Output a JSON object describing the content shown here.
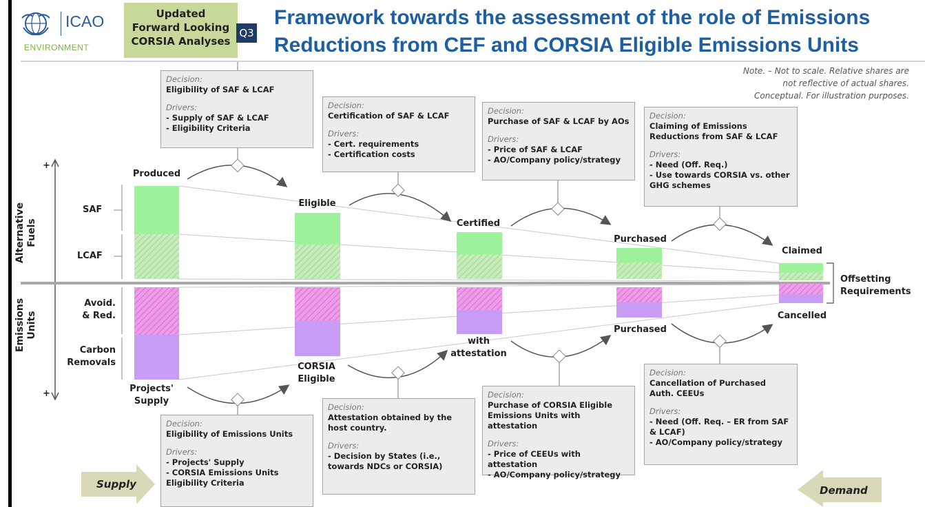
{
  "header": {
    "logo_text": "ICAO",
    "logo_sub": "ENVIRONMENT",
    "updated_lines": [
      "Updated",
      "Forward Looking",
      "CORSIA Analyses"
    ],
    "q_label": "Q3",
    "title_line1": "Framework towards the assessment of the role of Emissions",
    "title_line2": "Reductions from CEF and CORSIA Eligible Emissions Units"
  },
  "note_lines": [
    "Note. – Not to scale. Relative shares are",
    "not reflective of actual shares.",
    "Conceptual. For illustration purposes."
  ],
  "sections": {
    "alt_fuels": "Alternative Fuels",
    "emissions_units": "Emissions Units"
  },
  "axis": {
    "plus_top": "+",
    "plus_bottom": "+"
  },
  "row_labels": {
    "saf": "SAF",
    "lcaf": "LCAF",
    "avoid_line1": "Avoid.",
    "avoid_line2": "& Red.",
    "carbon_line1": "Carbon",
    "carbon_line2": "Removals"
  },
  "stage_labels": {
    "produced": "Produced",
    "eligible": "Eligible",
    "certified": "Certified",
    "purchased_top": "Purchased",
    "claimed": "Claimed",
    "projects_supply_line1": "Projects'",
    "projects_supply_line2": "Supply",
    "corsia_line1": "CORSIA",
    "corsia_line2": "Eligible",
    "with_line1": "with",
    "with_line2": "attestation",
    "purchased_bottom": "Purchased",
    "cancelled": "Cancelled",
    "offsetting_line1": "Offsetting",
    "offsetting_line2": "Requirements"
  },
  "top_boxes": [
    {
      "decision_label": "Decision:",
      "decision": "Eligibility of SAF & LCAF",
      "drivers_label": "Drivers:",
      "drivers": [
        "- Supply of SAF & LCAF",
        "- Eligibility Criteria"
      ]
    },
    {
      "decision_label": "Decision:",
      "decision": "Certification of SAF & LCAF",
      "drivers_label": "Drivers:",
      "drivers": [
        "- Cert. requirements",
        "- Certification costs"
      ]
    },
    {
      "decision_label": "Decision:",
      "decision": "Purchase of SAF & LCAF by AOs",
      "drivers_label": "Drivers:",
      "drivers": [
        "- Price of SAF & LCAF",
        "- AO/Company policy/strategy"
      ]
    },
    {
      "decision_label": "Decision:",
      "decision": "Claiming of Emissions Reductions from SAF & LCAF",
      "drivers_label": "Drivers:",
      "drivers": [
        "- Need (Off. Req.)",
        "- Use towards CORSIA vs. other GHG schemes"
      ]
    }
  ],
  "bottom_boxes": [
    {
      "decision_label": "Decision:",
      "decision": "Eligibility of Emissions Units",
      "drivers_label": "Drivers:",
      "drivers": [
        "- Projects' Supply",
        "- CORSIA Emissions Units Eligibility Criteria"
      ]
    },
    {
      "decision_label": "Decision:",
      "decision": "Attestation obtained by the host country.",
      "drivers_label": "Drivers:",
      "drivers": [
        "- Decision by States (i.e., towards NDCs or CORSIA)"
      ]
    },
    {
      "decision_label": "Decision:",
      "decision": "Purchase of CORSIA Eligible Emissions Units with attestation",
      "drivers_label": "Drivers:",
      "drivers": [
        "- Price of CEEUs with attestation",
        "- AO/Company policy/strategy"
      ]
    },
    {
      "decision_label": "Decision:",
      "decision": "Cancellation of Purchased Auth. CEEUs",
      "drivers_label": "Drivers:",
      "drivers": [
        "- Need (Off. Req. – ER from SAF & LCAF)",
        "- AO/Company policy/strategy"
      ]
    }
  ],
  "arrows": {
    "supply": "Supply",
    "demand": "Demand"
  },
  "colors": {
    "saf_green": "#9ff29c",
    "lcaf_green": "#bfe8b2",
    "avoid_pink": "#e58be4",
    "removal_purple": "#c89cf4",
    "title_blue": "#1d5fa0",
    "updated_bg": "#c6d99a",
    "arrow_fill": "#d9d8b8"
  }
}
